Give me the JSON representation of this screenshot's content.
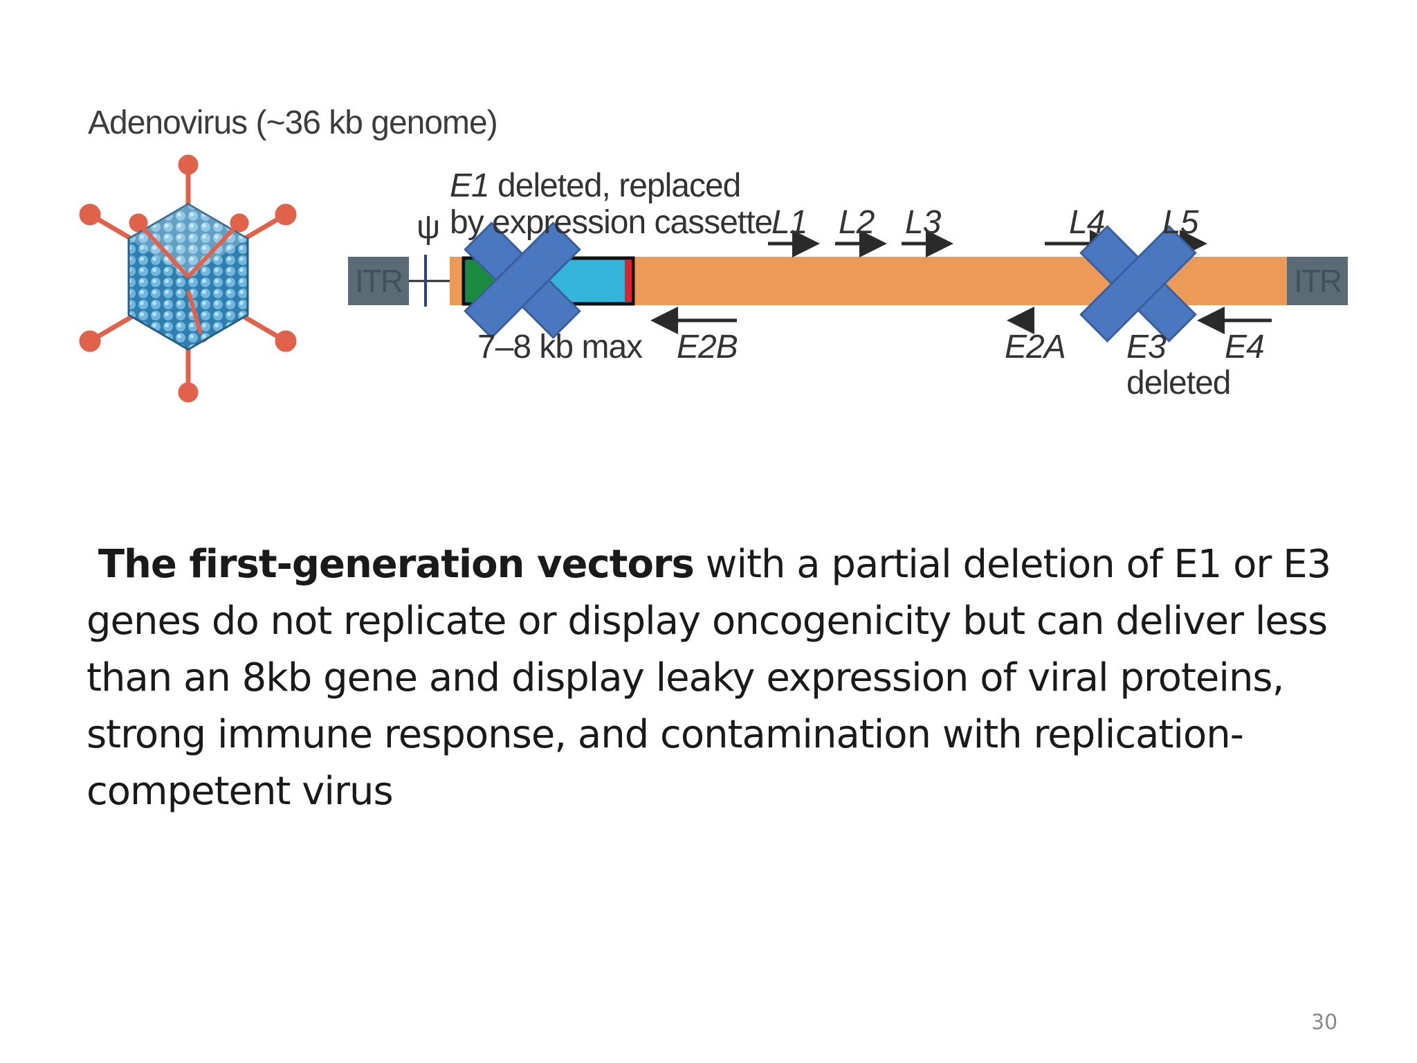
{
  "figure": {
    "title": "Adenovirus (~36 kb genome)",
    "psi": "ψ",
    "e1_line1_italic": "E1",
    "e1_line1_rest": " deleted, replaced",
    "e1_line2": "by expression cassette",
    "itr_left": "ITR",
    "itr_right": "ITR",
    "capacity": "7–8 kb max",
    "genes_top": [
      "L1",
      "L2",
      "L3",
      "L4",
      "L5"
    ],
    "genes_bottom": [
      "E2B",
      "E2A",
      "E3",
      "E4"
    ],
    "e3_note": "deleted",
    "colors": {
      "genome": "#ec9a58",
      "itr": "#5b6b75",
      "cassette": "#34b6dc",
      "promoter": "#1a8a3c",
      "polyA": "#d9262e",
      "cross": "#4a78c0",
      "capsid": "#3d8fc0",
      "fiber": "#e0624a"
    }
  },
  "text": {
    "bold": "The first-generation vectors",
    "rest": " with a partial deletion of E1 or E3 genes do not replicate or display oncogenicity but can deliver less than an 8kb gene and display leaky expression of viral proteins, strong immune response, and contamination with replication-competent virus"
  },
  "page_number": "30"
}
